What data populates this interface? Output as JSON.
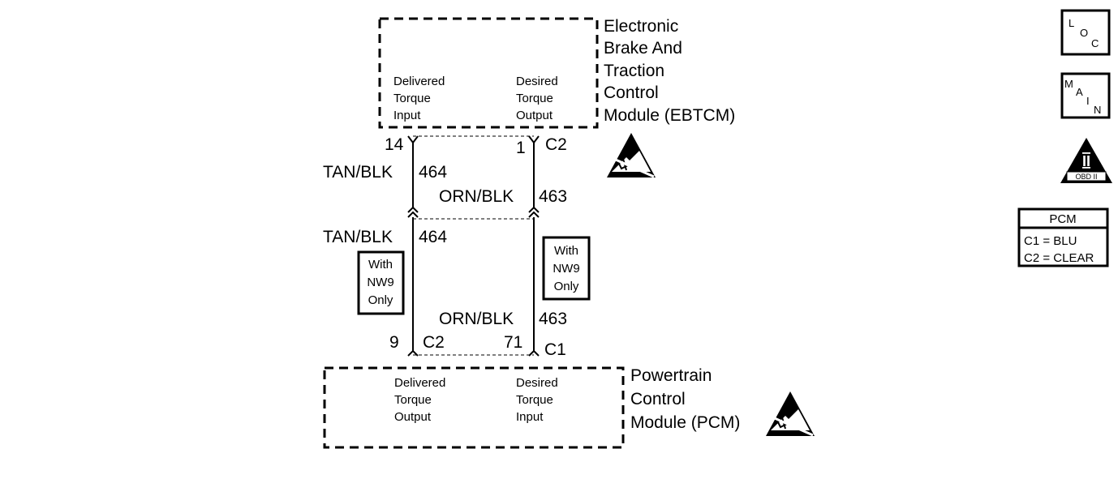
{
  "ebtcm": {
    "title": [
      "Electronic",
      "Brake And",
      "Traction",
      "Control",
      "Module (EBTCM)"
    ],
    "left_label": [
      "Delivered",
      "Torque",
      "Input"
    ],
    "right_label": [
      "Desired",
      "Torque",
      "Output"
    ],
    "left_pin": "14",
    "right_pin": "1",
    "connector": "C2"
  },
  "pcm": {
    "title": [
      "Powertrain",
      "Control",
      "Module (PCM)"
    ],
    "left_label": [
      "Delivered",
      "Torque",
      "Output"
    ],
    "right_label": [
      "Desired",
      "Torque",
      "Input"
    ],
    "left_pin": "9",
    "left_connector": "C2",
    "right_pin": "71",
    "right_connector": "C1"
  },
  "wires": {
    "upper_left": {
      "color": "TAN/BLK",
      "circuit": "464"
    },
    "upper_right": {
      "color": "ORN/BLK",
      "circuit": "463"
    },
    "lower_left": {
      "color": "TAN/BLK",
      "circuit": "464"
    },
    "lower_right": {
      "color": "ORN/BLK",
      "circuit": "463"
    }
  },
  "option_note": [
    "With",
    "NW9",
    "Only"
  ],
  "legend": {
    "loc_icon": "LOC",
    "main_icon": "MAIN",
    "obd_icon": {
      "symbol": "II",
      "caption": "OBD II"
    },
    "pcm_table": {
      "header": "PCM",
      "rows": [
        "C1 = BLU",
        "C2 = CLEAR"
      ]
    }
  },
  "icons": [
    "esd-warning-icon",
    "loc-icon",
    "main-icon",
    "obd-ii-icon"
  ]
}
